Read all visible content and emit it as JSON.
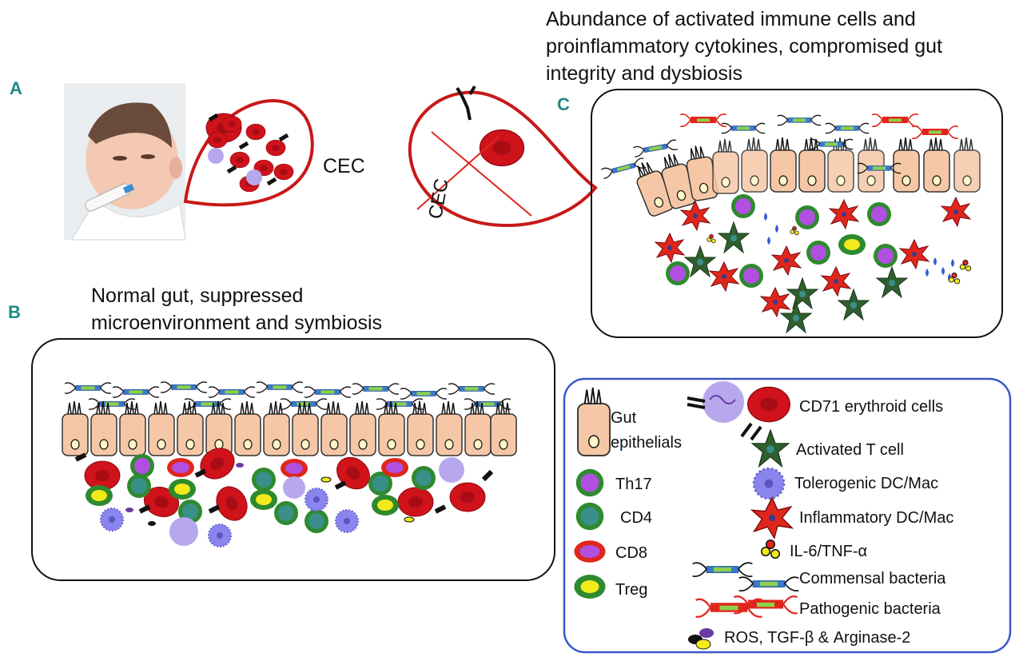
{
  "panels": {
    "a": {
      "letter": "A",
      "cec_label": "CEC",
      "crossed_label": "CEC"
    },
    "b": {
      "letter": "B",
      "caption_lines": [
        "Normal gut, suppressed",
        "microenvironment and symbiosis"
      ]
    },
    "c": {
      "letter": "C",
      "caption_lines": [
        "Abundance  of activated immune cells and",
        "proinflammatory cytokines, compromised gut",
        "integrity and dysbiosis"
      ]
    }
  },
  "legend": {
    "gut_lines": [
      "Gut",
      "epithelials"
    ],
    "th17": "Th17",
    "cd4": "CD4",
    "cd8": "CD8",
    "treg": "Treg",
    "cd71": "CD71 erythroid cells",
    "act_t": "Activated T cell",
    "tol_dc": "Tolerogenic DC/Mac",
    "inf_dc": "Inflammatory DC/Mac",
    "cytokines": "IL-6/TNF-α",
    "commensal": "Commensal bacteria",
    "pathogenic": "Pathogenic bacteria",
    "ros": "ROS, TGF-β & Arginase-2"
  },
  "colors": {
    "panel_letter": "#1f8a8a",
    "erythroid_red": "#d0121b",
    "t_cell_green": "#2f5f2f",
    "th17_purple": "#b04fe0",
    "cd4_teal": "#3a8f8a",
    "cd8_red": "#e0261c",
    "treg_yellow": "#f2ea1a",
    "tolerogenic_blue": "#8a85ee",
    "legend_border": "#3a58c8",
    "epithelium": "#f6c7a6"
  }
}
